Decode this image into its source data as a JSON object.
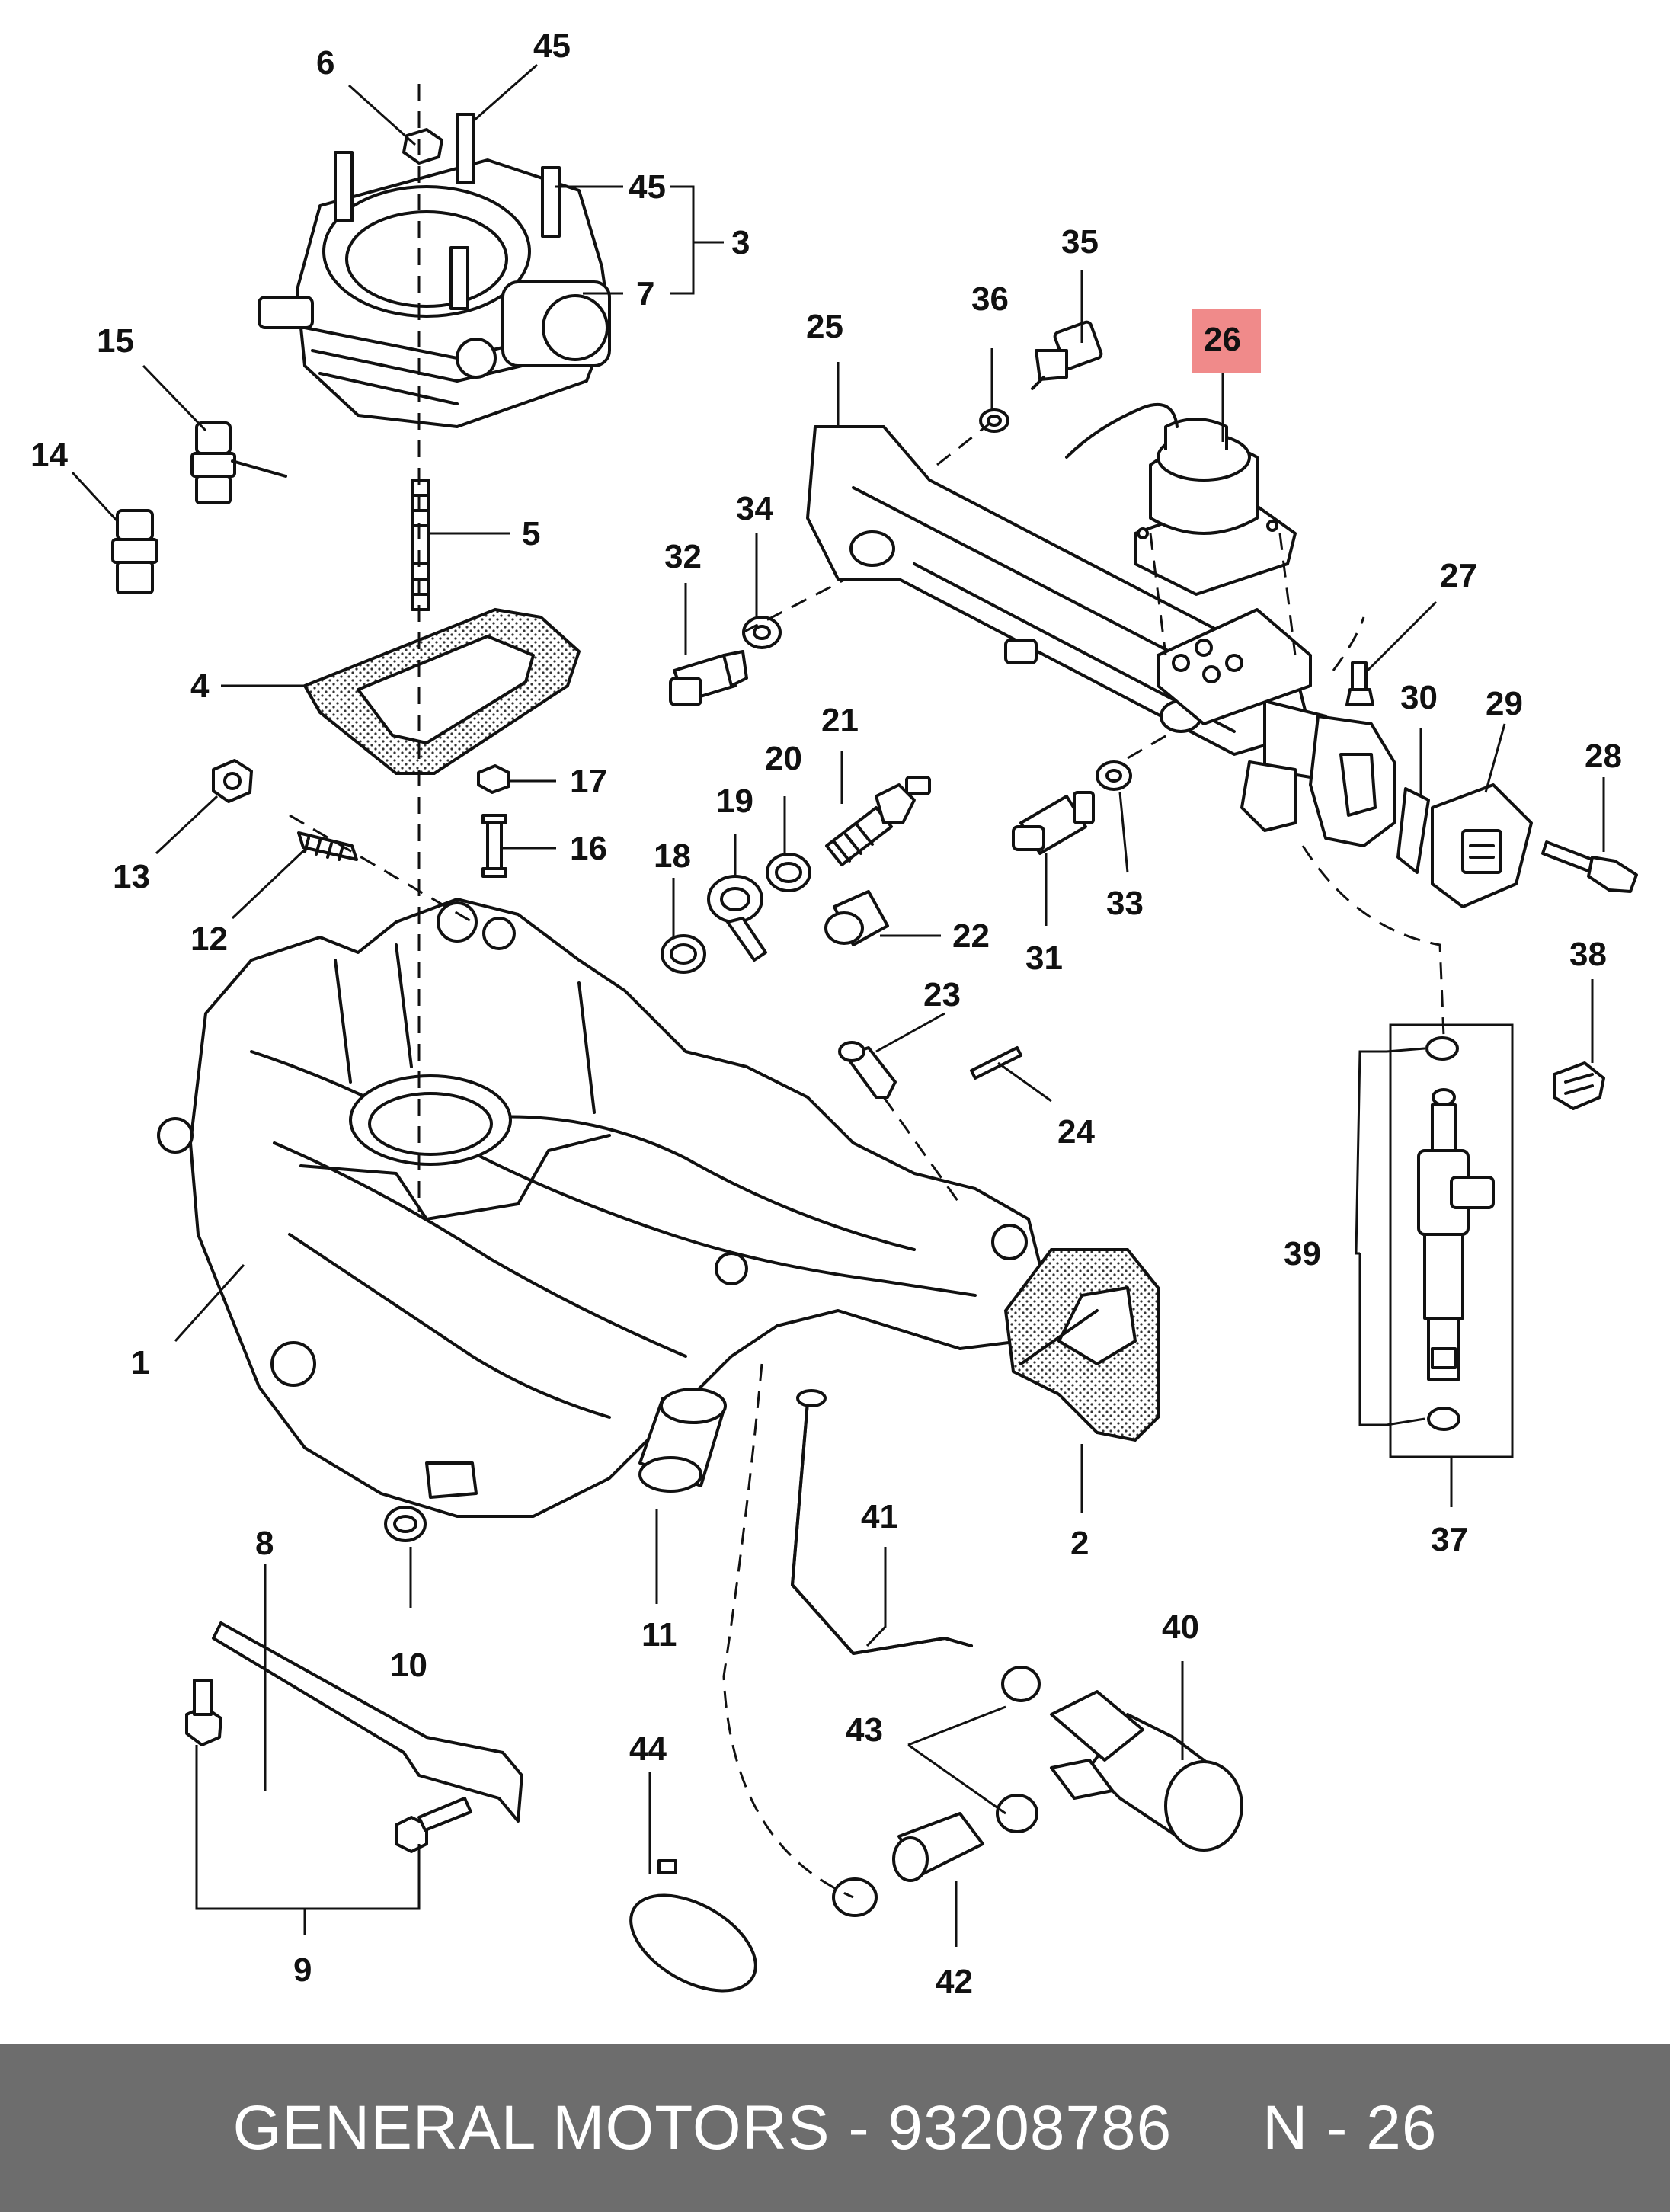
{
  "callouts": [
    {
      "id": "6",
      "text": "6"
    },
    {
      "id": "45a",
      "text": "45"
    },
    {
      "id": "45b",
      "text": "45"
    },
    {
      "id": "3",
      "text": "3"
    },
    {
      "id": "7",
      "text": "7"
    },
    {
      "id": "15",
      "text": "15"
    },
    {
      "id": "14",
      "text": "14"
    },
    {
      "id": "5",
      "text": "5"
    },
    {
      "id": "4",
      "text": "4"
    },
    {
      "id": "13",
      "text": "13"
    },
    {
      "id": "12",
      "text": "12"
    },
    {
      "id": "17",
      "text": "17"
    },
    {
      "id": "16",
      "text": "16"
    },
    {
      "id": "1",
      "text": "1"
    },
    {
      "id": "35",
      "text": "35"
    },
    {
      "id": "36",
      "text": "36"
    },
    {
      "id": "25",
      "text": "25"
    },
    {
      "id": "26",
      "text": "26",
      "highlighted": true
    },
    {
      "id": "34",
      "text": "34"
    },
    {
      "id": "32",
      "text": "32"
    },
    {
      "id": "27",
      "text": "27"
    },
    {
      "id": "30",
      "text": "30"
    },
    {
      "id": "29",
      "text": "29"
    },
    {
      "id": "28",
      "text": "28"
    },
    {
      "id": "21",
      "text": "21"
    },
    {
      "id": "20",
      "text": "20"
    },
    {
      "id": "19",
      "text": "19"
    },
    {
      "id": "18",
      "text": "18"
    },
    {
      "id": "22",
      "text": "22"
    },
    {
      "id": "31",
      "text": "31"
    },
    {
      "id": "33",
      "text": "33"
    },
    {
      "id": "38",
      "text": "38"
    },
    {
      "id": "23",
      "text": "23"
    },
    {
      "id": "24",
      "text": "24"
    },
    {
      "id": "39",
      "text": "39"
    },
    {
      "id": "37",
      "text": "37"
    },
    {
      "id": "2",
      "text": "2"
    },
    {
      "id": "8",
      "text": "8"
    },
    {
      "id": "10",
      "text": "10"
    },
    {
      "id": "11",
      "text": "11"
    },
    {
      "id": "41",
      "text": "41"
    },
    {
      "id": "40",
      "text": "40"
    },
    {
      "id": "43",
      "text": "43"
    },
    {
      "id": "44",
      "text": "44"
    },
    {
      "id": "9",
      "text": "9"
    },
    {
      "id": "42",
      "text": "42"
    }
  ],
  "highlight_color": "#f08a8a",
  "footer": {
    "brand": "GENERAL MOTORS",
    "separator": " - ",
    "part_number": "93208786",
    "gap": "     ",
    "ref_prefix": "N - ",
    "ref_number": "26"
  }
}
